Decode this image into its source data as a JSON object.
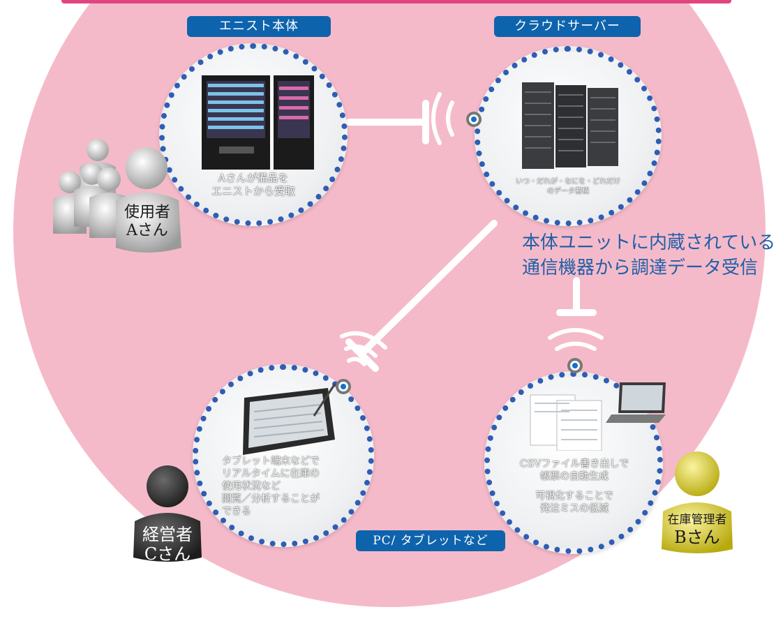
{
  "colors": {
    "background_circle": "#f5bac9",
    "accent_pink": "#e0457f",
    "label_blue": "#0e63ad",
    "text_blue": "#1e5fa8",
    "dot_border": "#2f5db3"
  },
  "nodes": {
    "enist": {
      "tag": "エニスト本体",
      "caption_line1": "Aさんが備品を",
      "caption_line2": "エニストから受取",
      "icon": "vending-machine-icon"
    },
    "cloud": {
      "tag": "クラウドサーバー",
      "caption_line1": "いつ・だれが・なにを・どれだけ",
      "caption_line2": "のデータ蓄積",
      "icon": "server-rack-icon"
    },
    "tablet": {
      "caption_lines": [
        "タブレット端末などで",
        "リアルタイムに在庫の",
        "使用状況など",
        "閲覧／分析することが",
        "できる"
      ],
      "icon": "tablet-icon"
    },
    "pc": {
      "caption_lines": [
        "CSVファイル書き出しで",
        "帳票の自動生成",
        "可視化することで",
        "発注ミスの低減"
      ],
      "icon": "laptop-icon"
    }
  },
  "network_note": {
    "line1": "本体ユニットに内蔵されている",
    "line2": "通信機器から調達データ受信"
  },
  "pc_tablet_tag": "PC/ タブレットなど",
  "people": {
    "user_a": {
      "line1": "使用者",
      "line2": "Aさん",
      "color": "#c9c9c9"
    },
    "manager_b": {
      "line1": "在庫管理者",
      "line2": "Bさん",
      "color": "#d8cc1c"
    },
    "executive_c": {
      "line1": "経営者",
      "line2": "Cさん",
      "color": "#3d3d3d"
    }
  }
}
